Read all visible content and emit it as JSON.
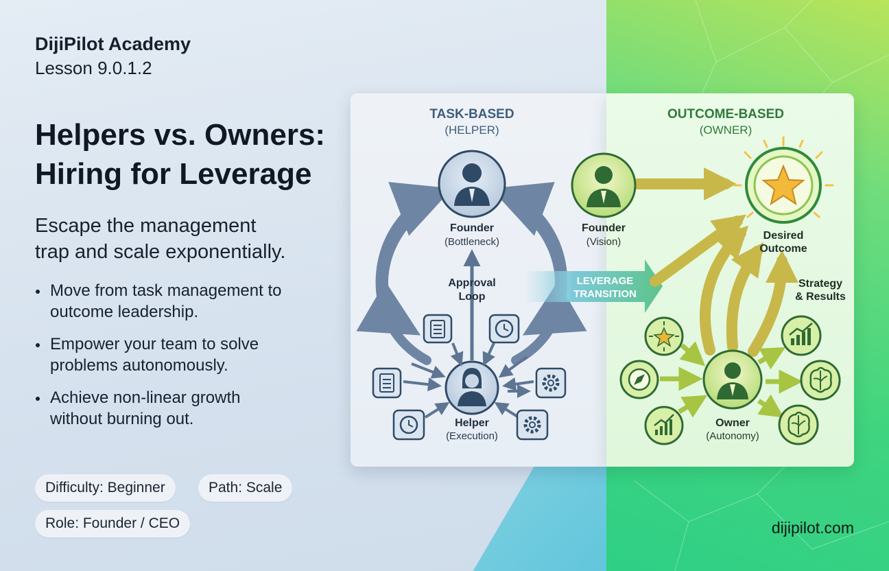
{
  "brand": {
    "name": "DijiPilot Academy",
    "lesson": "Lesson 9.0.1.2"
  },
  "title": {
    "line1": "Helpers vs. Owners:",
    "line2": "Hiring for Leverage"
  },
  "subtitle": {
    "line1": "Escape the management",
    "line2": "trap and scale exponentially."
  },
  "bullets": [
    {
      "line1": "Move from task management to",
      "line2": "outcome leadership."
    },
    {
      "line1": "Empower your team to solve",
      "line2": "problems autonomously."
    },
    {
      "line1": "Achieve non-linear growth",
      "line2": "without burning out."
    }
  ],
  "tags": {
    "difficulty": "Difficulty: Beginner",
    "path": "Path: Scale",
    "role": "Role: Founder / CEO"
  },
  "website": "dijipilot.com",
  "diagram": {
    "left": {
      "heading": "TASK-BASED",
      "subheading": "(HELPER)",
      "founder_label": "Founder",
      "founder_sub": "(Bottleneck)",
      "loop_label_1": "Approval",
      "loop_label_2": "Loop",
      "helper_label": "Helper",
      "helper_sub": "(Execution)",
      "task_icons": [
        "clipboard-icon",
        "clock-icon",
        "clipboard-icon",
        "gear-icon",
        "clock-icon",
        "gear-icon"
      ]
    },
    "transition": {
      "line1": "LEVERAGE",
      "line2": "TRANSITION"
    },
    "right": {
      "heading": "OUTCOME-BASED",
      "subheading": "(OWNER)",
      "founder_label": "Founder",
      "founder_sub": "(Vision)",
      "outcome_label_1": "Desired",
      "outcome_label_2": "Outcome",
      "strategy_label_1": "Strategy",
      "strategy_label_2": "& Results",
      "owner_label": "Owner",
      "owner_sub": "(Autonomy)",
      "skill_icons": [
        "star-target-icon",
        "compass-icon",
        "growth-chart-icon",
        "bar-chart-icon",
        "brain-icon",
        "brain-icon"
      ]
    },
    "colors": {
      "helper_accent": "#3f5d7c",
      "owner_accent": "#2f7a3a",
      "star": "#f2b93a"
    }
  }
}
